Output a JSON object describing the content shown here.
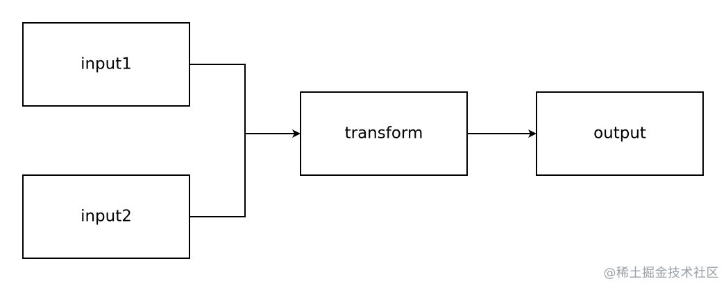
{
  "diagram": {
    "nodes": {
      "input1": "input1",
      "input2": "input2",
      "transform": "transform",
      "output": "output"
    },
    "edges": [
      {
        "from": "input1",
        "to": "transform"
      },
      {
        "from": "input2",
        "to": "transform"
      },
      {
        "from": "transform",
        "to": "output"
      }
    ],
    "colors": {
      "stroke": "#000000",
      "fill": "#ffffff",
      "watermark": "#9aa0a6"
    }
  },
  "watermark": "@稀土掘金技术社区"
}
